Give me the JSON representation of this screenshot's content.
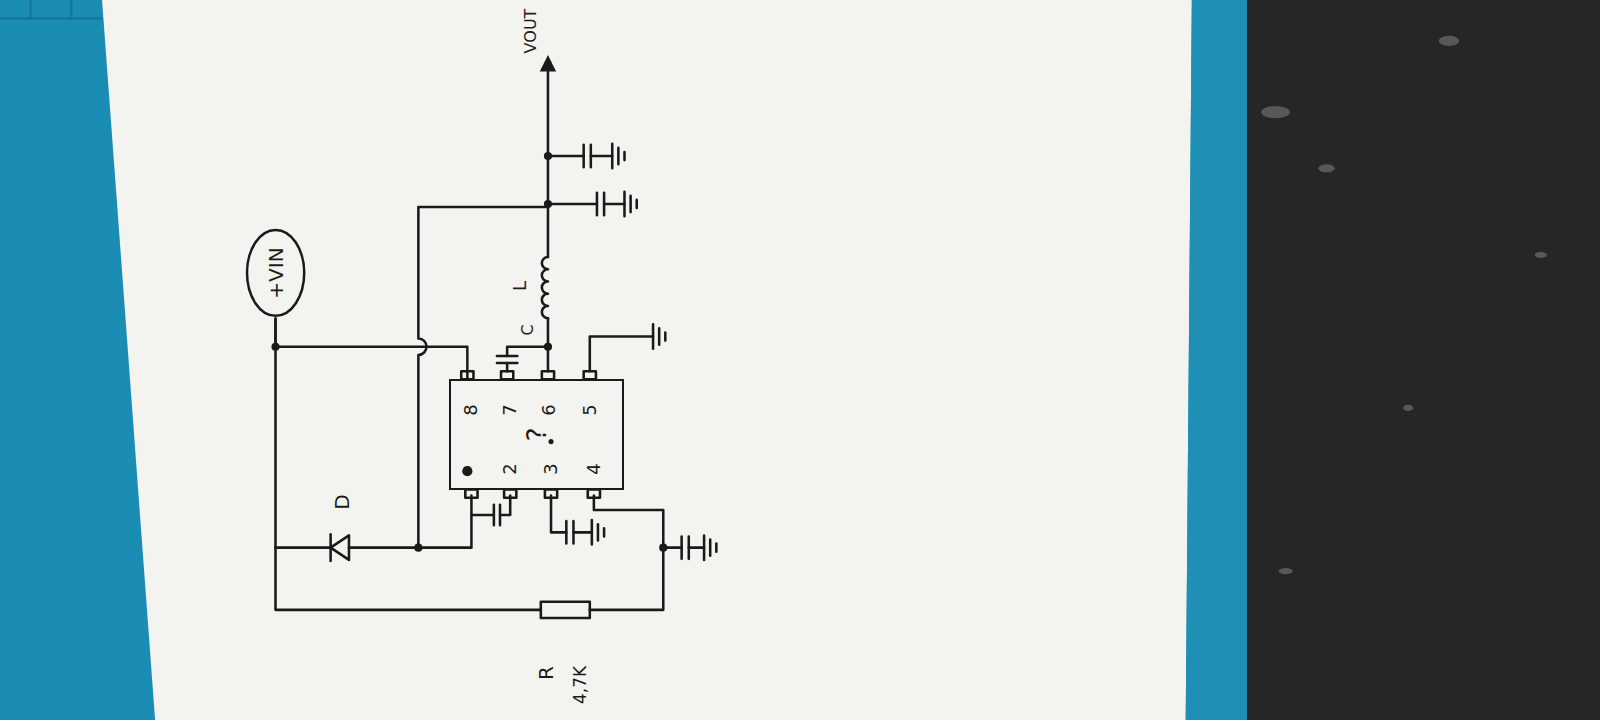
{
  "diagram": {
    "nodes": [
      {
        "text": [
          "+VIN"
        ]
      },
      {
        "text": [
          "?"
        ]
      }
    ],
    "edges": [
      {
        "from": 0,
        "to": 1,
        "arrow": "none"
      }
    ],
    "labels": [
      "D",
      "R",
      "4,7K",
      "L",
      "C",
      "VOUT",
      "8",
      "7",
      "6",
      "5",
      "2",
      "3",
      "4"
    ]
  }
}
